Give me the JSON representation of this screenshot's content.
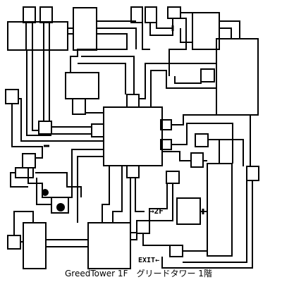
{
  "map": {
    "caption": "GreedTower 1F　グリードタワー 1階",
    "labels": {
      "upstairs": "→2F",
      "exit": "EXIT←"
    },
    "colors": {
      "background": "#ffffff",
      "wall": "#000000",
      "marker": "#000000"
    }
  }
}
